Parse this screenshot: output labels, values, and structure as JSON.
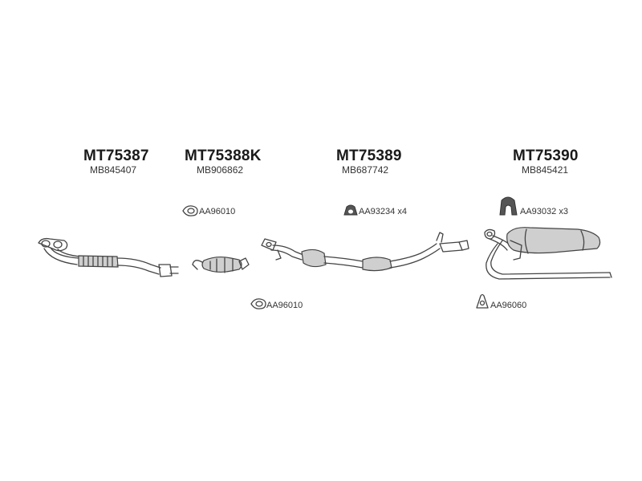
{
  "parts": [
    {
      "part_number": "MT75387",
      "oem_number": "MB845407"
    },
    {
      "part_number": "MT75388K",
      "oem_number": "MB906862"
    },
    {
      "part_number": "MT75389",
      "oem_number": "MB687742"
    },
    {
      "part_number": "MT75390",
      "oem_number": "MB845421"
    }
  ],
  "accessories": [
    {
      "label": "AA96010",
      "icon": "gasket-ring-icon"
    },
    {
      "label": "AA93234 x4",
      "icon": "rubber-hanger-icon"
    },
    {
      "label": "AA93032 x3",
      "icon": "rubber-mount-icon"
    },
    {
      "label": "AA96010",
      "icon": "gasket-ring-icon"
    },
    {
      "label": "AA96060",
      "icon": "triangle-gasket-icon"
    }
  ]
}
